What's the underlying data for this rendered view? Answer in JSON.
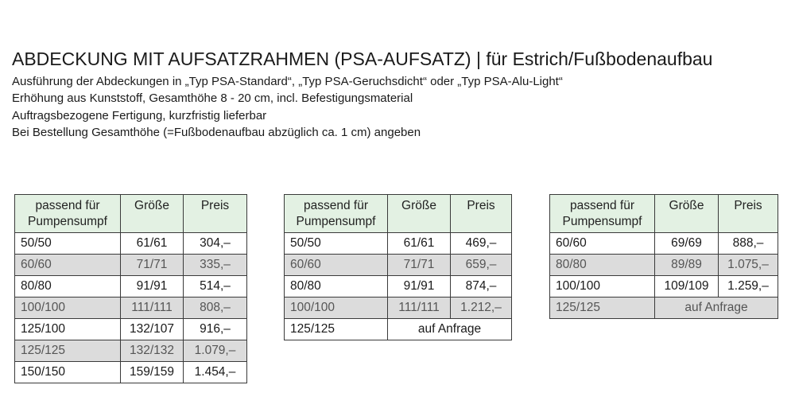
{
  "header": {
    "title": "ABDECKUNG MIT AUFSATZRAHMEN (PSA-AUFSATZ) | für Estrich/Fußbodenaufbau",
    "lines": [
      "Ausführung der Abdeckungen in „Typ PSA-Standard“, „Typ PSA-Geruchsdicht“ oder „Typ PSA-Alu-Light“",
      "Erhöhung aus Kunststoff, Gesamthöhe 8 - 20 cm, incl. Befestigungsmaterial",
      "Auftragsbezogene Fertigung, kurzfristig lieferbar",
      "Bei Bestellung Gesamthöhe (=Fußbodenaufbau abzüglich ca. 1 cm) angeben"
    ]
  },
  "columns": {
    "col1_line1": "passend für",
    "col1_line2": "Pumpensumpf",
    "col2": "Größe",
    "col3": "Preis"
  },
  "tables": [
    {
      "rows": [
        {
          "fit": "50/50",
          "size": "61/61",
          "price": "304,–"
        },
        {
          "fit": "60/60",
          "size": "71/71",
          "price": "335,–"
        },
        {
          "fit": "80/80",
          "size": "91/91",
          "price": "514,–"
        },
        {
          "fit": "100/100",
          "size": "111/111",
          "price": "808,–"
        },
        {
          "fit": "125/100",
          "size": "132/107",
          "price": "916,–"
        },
        {
          "fit": "125/125",
          "size": "132/132",
          "price": "1.079,–"
        },
        {
          "fit": "150/150",
          "size": "159/159",
          "price": "1.454,–"
        }
      ]
    },
    {
      "rows": [
        {
          "fit": "50/50",
          "size": "61/61",
          "price": "469,–"
        },
        {
          "fit": "60/60",
          "size": "71/71",
          "price": "659,–"
        },
        {
          "fit": "80/80",
          "size": "91/91",
          "price": "874,–"
        },
        {
          "fit": "100/100",
          "size": "111/111",
          "price": "1.212,–"
        },
        {
          "fit": "125/125",
          "merged": "auf Anfrage"
        }
      ]
    },
    {
      "rows": [
        {
          "fit": "60/60",
          "size": "69/69",
          "price": "888,–"
        },
        {
          "fit": "80/80",
          "size": "89/89",
          "price": "1.075,–"
        },
        {
          "fit": "100/100",
          "size": "109/109",
          "price": "1.259,–"
        },
        {
          "fit": "125/125",
          "merged": "auf Anfrage"
        }
      ]
    }
  ],
  "colors": {
    "header_bg": "#e3f1e3",
    "alt_row_bg": "#dcdcdc",
    "border": "#3a3a3a"
  }
}
